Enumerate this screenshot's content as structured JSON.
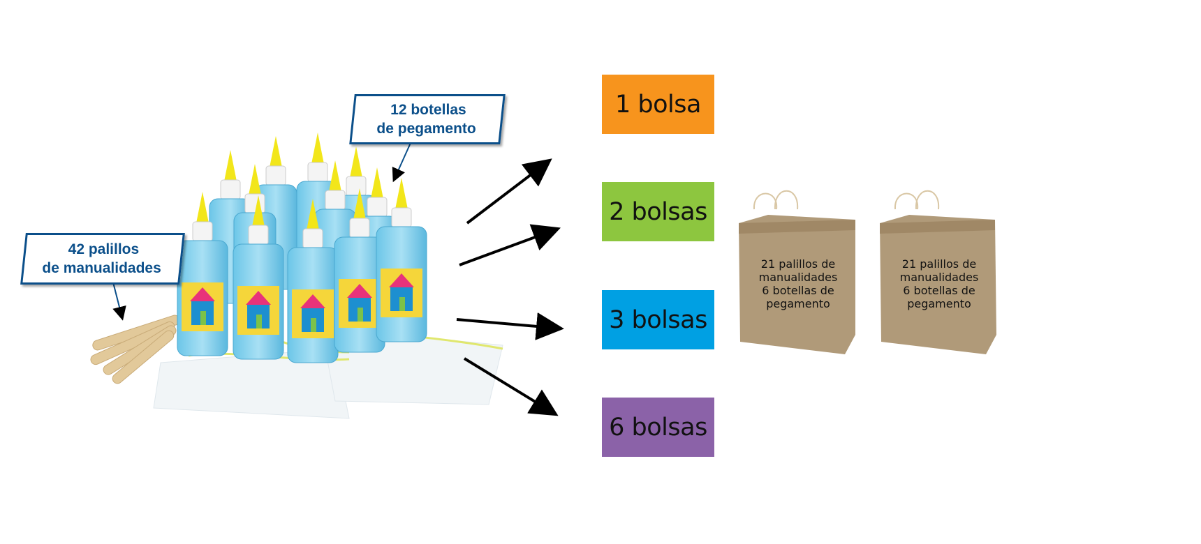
{
  "callouts": {
    "glue": [
      "12 botellas",
      "de pegamento"
    ],
    "sticks": [
      "42 palillos",
      "de manualidades"
    ]
  },
  "options": [
    {
      "label": "1 bolsa",
      "color": "#F7941D"
    },
    {
      "label": "2 bolsas",
      "color": "#8DC63F"
    },
    {
      "label": "3 bolsas",
      "color": "#00A0E3"
    },
    {
      "label": "6 bolsas",
      "color": "#8B62A8"
    }
  ],
  "bags": [
    {
      "lines": [
        "21 palillos de",
        "manualidades",
        "6 botellas de",
        "pegamento"
      ]
    },
    {
      "lines": [
        "21 palillos de",
        "manualidades",
        "6 botellas de",
        "pegamento"
      ]
    }
  ]
}
